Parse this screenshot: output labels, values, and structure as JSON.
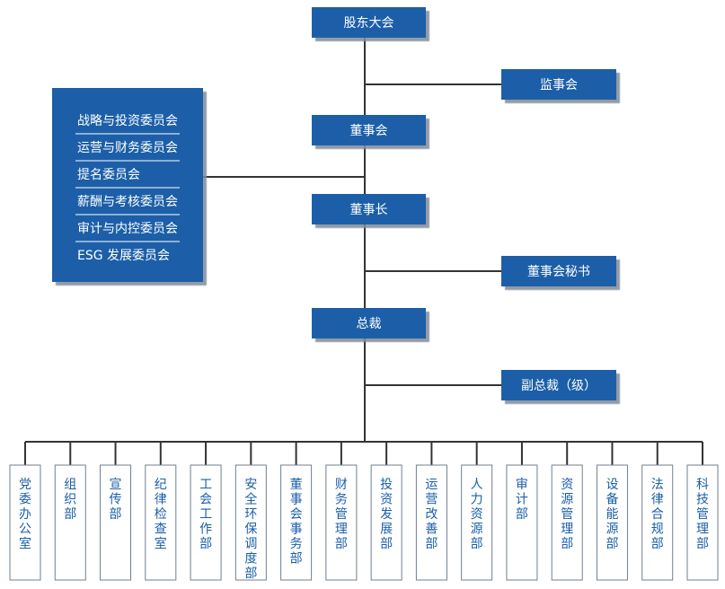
{
  "colors": {
    "box_fill": "#1a5fa8",
    "box_shadow": "#7f8a96",
    "line": "#333333",
    "dept_border": "#6f7f90",
    "dept_text": "#1a5fa8"
  },
  "org": {
    "shareholders": "股东大会",
    "supervisory_board": "监事会",
    "board": "董事会",
    "chairman": "董事长",
    "board_secretary": "董事会秘书",
    "president": "总裁",
    "vice_president": "副总裁（级）",
    "committees": [
      "战略与投资委员会",
      "运营与财务委员会",
      "提名委员会",
      "薪酬与考核委员会",
      "审计与内控委员会",
      "ESG 发展委员会"
    ],
    "departments": [
      "党委办公室",
      "组织部",
      "宣传部",
      "纪律检查室",
      "工会工作部",
      "安全环保调度部",
      "董事会事务部",
      "财务管理部",
      "投资发展部",
      "运营改善部",
      "人力资源部",
      "审计部",
      "资源管理部",
      "设备能源部",
      "法律合规部",
      "科技管理部"
    ]
  }
}
